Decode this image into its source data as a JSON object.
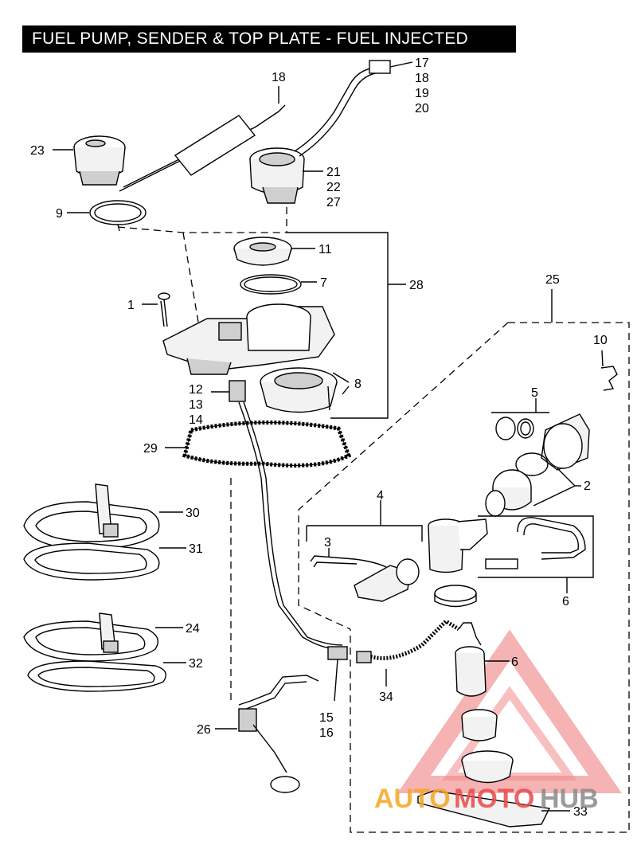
{
  "title": "FUEL PUMP, SENDER & TOP PLATE - FUEL INJECTED",
  "callouts": {
    "c1": "1",
    "c2": "2",
    "c3": "3",
    "c4": "4",
    "c5": "5",
    "c6a": "6",
    "c6b": "6",
    "c7": "7",
    "c8": "8",
    "c9": "9",
    "c10": "10",
    "c11": "11",
    "c12": "12",
    "c13": "13",
    "c14": "14",
    "c15": "15",
    "c16": "16",
    "c17": "17",
    "c18a": "18",
    "c18b": "18",
    "c19": "19",
    "c20": "20",
    "c21": "21",
    "c22": "22",
    "c23": "23",
    "c24": "24",
    "c25": "25",
    "c26": "26",
    "c27": "27",
    "c28": "28",
    "c29": "29",
    "c30": "30",
    "c31": "31",
    "c32": "32",
    "c33": "33",
    "c34": "34"
  },
  "watermark": {
    "part1": "AUTO",
    "part2": "MOTO",
    "part3": "HUB",
    "color_orange": "#f5a623",
    "color_red": "#e84a4a",
    "color_gray": "#8a8a8a"
  }
}
